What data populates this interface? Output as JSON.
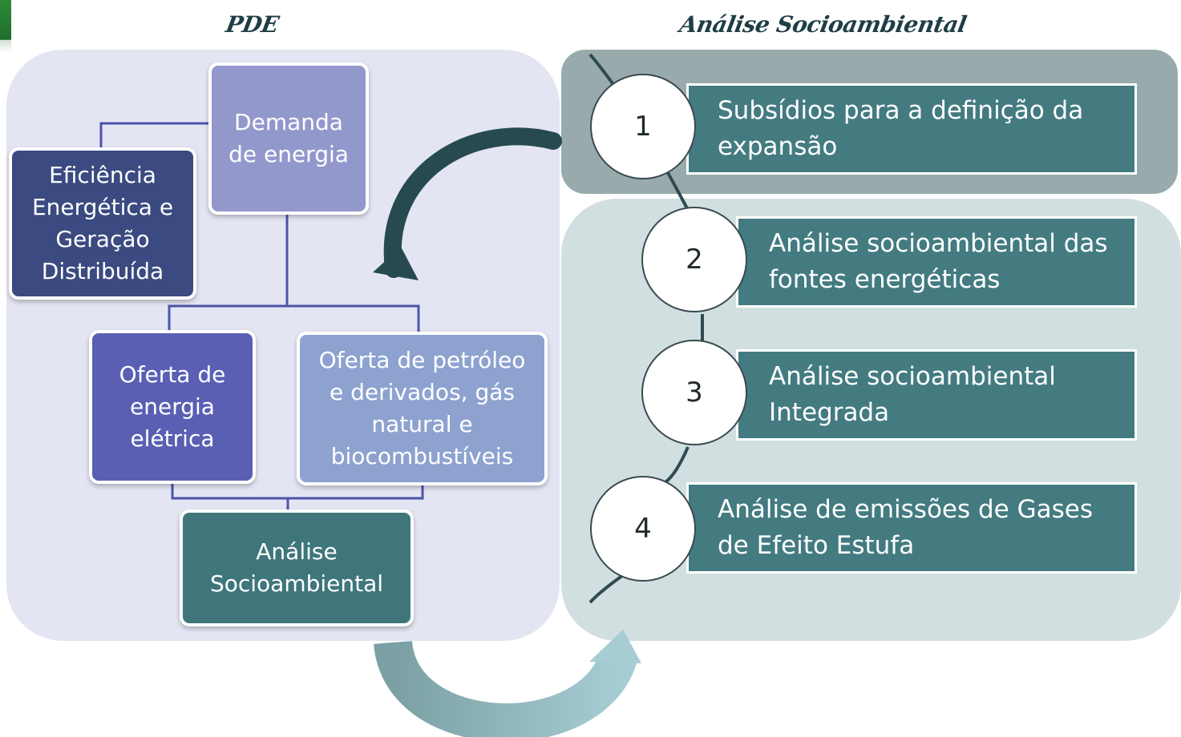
{
  "titles": {
    "left": "PDE",
    "right": "Análise Socioambiental"
  },
  "boxes": {
    "demanda": "Demanda\nde energia",
    "eficiencia": "Eficiência\nEnergética e\nGeração\nDistribuída",
    "oferta_eletrica": "Oferta de\nenergia\nelétrica",
    "oferta_petroleo": "Oferta de petróleo\ne derivados, gás\nnatural e\nbiocombustíveis",
    "analise": "Análise\nSocioambiental"
  },
  "steps": [
    {
      "number": "1",
      "label": "Subsídios para a definição da\nexpansão"
    },
    {
      "number": "2",
      "label": "Análise socioambiental das\nfontes energéticas"
    },
    {
      "number": "3",
      "label": "Análise socioambiental\nIntegrada"
    },
    {
      "number": "4",
      "label": "Análise de emissões de Gases\nde Efeito Estufa"
    }
  ],
  "colors": {
    "demanda": "#9398cc",
    "eficiencia": "#3b4a80",
    "oferta_eletrica": "#5a5fb4",
    "oferta_petroleo": "#8ea2d0",
    "analise": "#3f767b",
    "step": "#437b81"
  }
}
